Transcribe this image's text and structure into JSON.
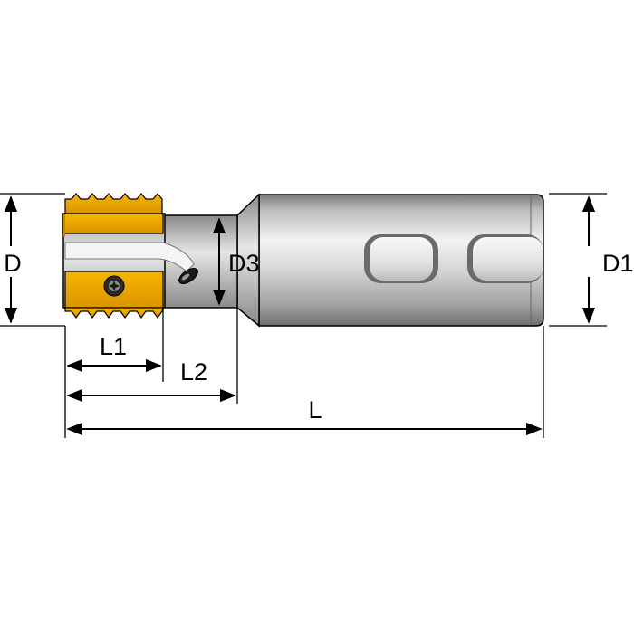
{
  "diagram": {
    "labels": {
      "d": "D",
      "d1": "D1",
      "d3": "D3",
      "l": "L",
      "l1": "L1",
      "l2": "L2"
    },
    "colors": {
      "insert": "#f2a900",
      "insert_shade": "#c98500",
      "body_light": "#f0f0f0",
      "body_dark": "#8c8c8c",
      "outline": "#000000"
    }
  }
}
